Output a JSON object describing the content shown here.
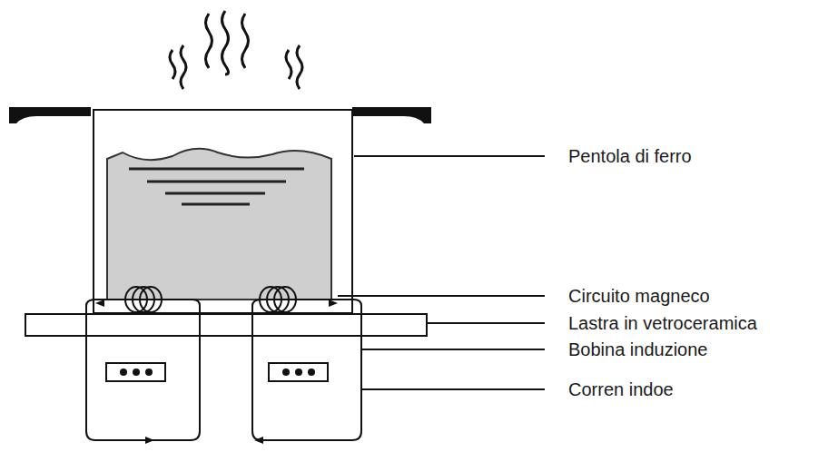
{
  "diagram": {
    "labels": [
      "Pentola di ferro",
      "Circuito magneco",
      "Lastra in vetroceramica",
      "Bobina induzione",
      "Corren indoe"
    ]
  }
}
